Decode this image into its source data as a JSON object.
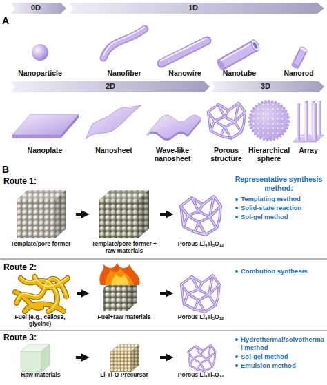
{
  "diagram": {
    "nodes": [
      {
        "text": [
          "Nanoparticle"
        ]
      },
      {
        "text": [
          "Nanofiber"
        ]
      },
      {
        "text": [
          "Nanowire"
        ]
      },
      {
        "text": [
          "Nanotube"
        ]
      },
      {
        "text": [
          "Nanorod"
        ]
      },
      {
        "text": [
          "Nanoplate"
        ]
      },
      {
        "text": [
          "Nanosheet"
        ]
      },
      {
        "text": [
          "Wave-like nanosheet"
        ]
      },
      {
        "text": [
          "Porous structure"
        ]
      },
      {
        "text": [
          "Hierarchical sphere"
        ]
      },
      {
        "text": [
          "Array"
        ]
      },
      {
        "text": [
          "Template/pore former"
        ]
      },
      {
        "text": [
          "Template/pore former + raw materials"
        ]
      },
      {
        "text": [
          "Porous Li4Ti5O12"
        ]
      },
      {
        "text": [
          "Fuel (e.g., cellose, glycine)"
        ]
      },
      {
        "text": [
          "Fuel+raw materials"
        ]
      },
      {
        "text": [
          "Porous Li4Ti5O12"
        ]
      },
      {
        "text": [
          "Raw materials"
        ]
      },
      {
        "text": [
          "Li-Ti-O Precursor"
        ]
      },
      {
        "text": [
          "Porous Li4Ti5O12"
        ]
      }
    ],
    "edges": [
      {
        "from": 11,
        "to": 12,
        "arrow": "to"
      },
      {
        "from": 12,
        "to": 13,
        "arrow": "to"
      },
      {
        "from": 14,
        "to": 15,
        "arrow": "to"
      },
      {
        "from": 15,
        "to": 16,
        "arrow": "to"
      },
      {
        "from": 17,
        "to": 18,
        "arrow": "to"
      },
      {
        "from": 18,
        "to": 19,
        "arrow": "to"
      }
    ],
    "labels": [
      "A",
      "0D",
      "1D",
      "2D",
      "3D",
      "B",
      "Route 1:",
      "Representative synthesis method:",
      "Templating method",
      "Solid-state reaction",
      "Sol-gel method",
      "Route 2:",
      "Combution synthesis",
      "Route 3:",
      "Hydrothermal/solvothermal method",
      "Sol-gel method",
      "Emulsion method"
    ]
  }
}
